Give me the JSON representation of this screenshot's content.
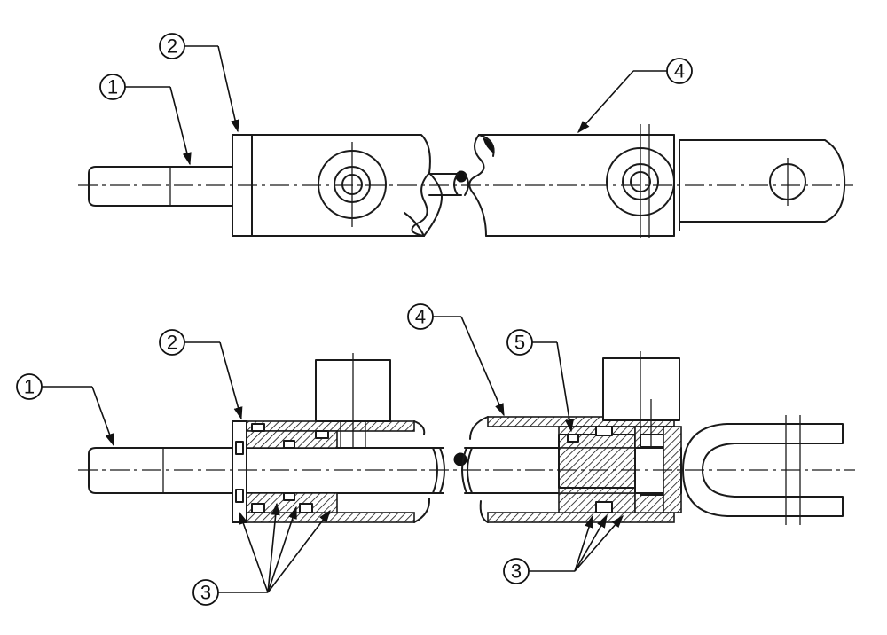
{
  "diagram": {
    "top_view": {
      "callouts": [
        {
          "id": "cb-t1",
          "number": "1"
        },
        {
          "id": "cb-t2",
          "number": "2"
        },
        {
          "id": "cb-t4",
          "number": "4"
        }
      ]
    },
    "section_view": {
      "callouts": [
        {
          "id": "cb-b1",
          "number": "1"
        },
        {
          "id": "cb-b2",
          "number": "2"
        },
        {
          "id": "cb-b4",
          "number": "4"
        },
        {
          "id": "cb-b5",
          "number": "5"
        },
        {
          "id": "cb-b3a",
          "number": "3"
        },
        {
          "id": "cb-b3b",
          "number": "3"
        }
      ]
    }
  }
}
